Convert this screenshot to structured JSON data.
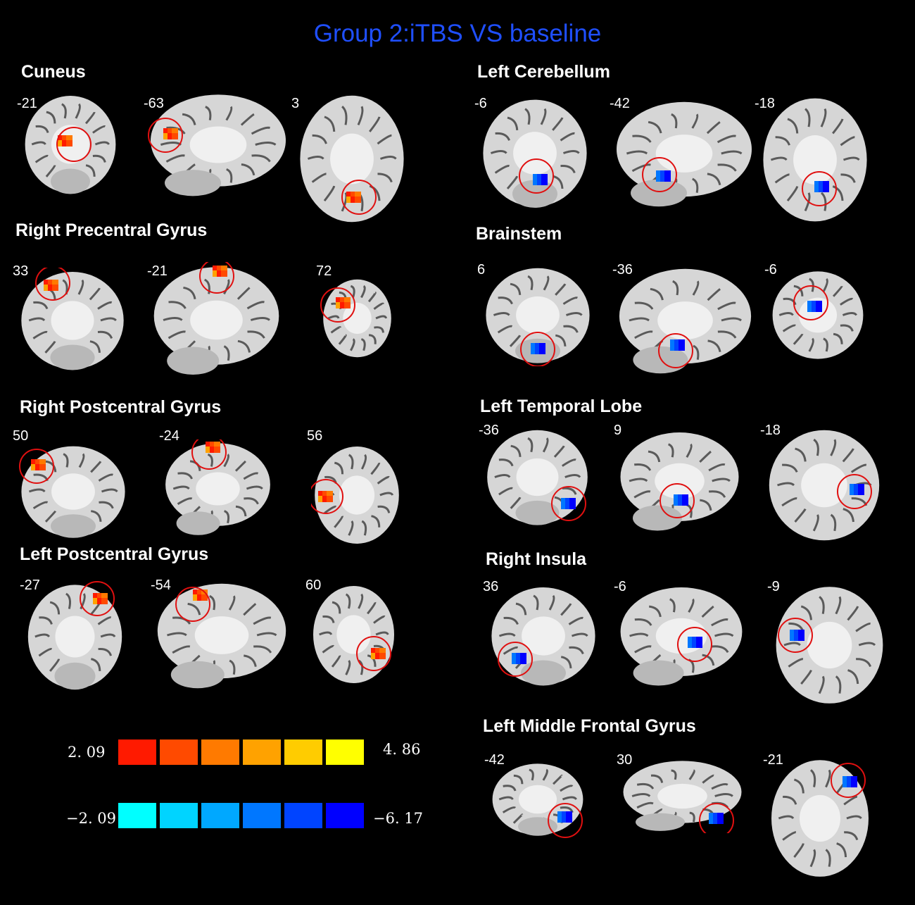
{
  "title": "Group 2:iTBS VS baseline",
  "colors": {
    "title": "#1f4fff",
    "positive": [
      "#ff1a00",
      "#ff4a00",
      "#ff7a00",
      "#ffa200",
      "#ffcc00",
      "#ffff00"
    ],
    "negative": [
      "#00ffff",
      "#00d4ff",
      "#00a8ff",
      "#0077ff",
      "#0044ff",
      "#0000ff"
    ],
    "circle": "#e01010"
  },
  "left_regions": [
    {
      "name": "Cuneus",
      "coords": [
        "-21",
        "-63",
        "3"
      ]
    },
    {
      "name": "Right Precentral Gyrus",
      "coords": [
        "33",
        "-21",
        "72"
      ]
    },
    {
      "name": "Right Postcentral Gyrus",
      "coords": [
        "50",
        "-24",
        "56"
      ]
    },
    {
      "name": "Left Postcentral Gyrus",
      "coords": [
        "-27",
        "-54",
        "60"
      ]
    }
  ],
  "right_regions": [
    {
      "name": "Left Cerebellum",
      "coords": [
        "-6",
        "-42",
        "-18"
      ]
    },
    {
      "name": "Brainstem",
      "coords": [
        "6",
        "-36",
        "-6"
      ]
    },
    {
      "name": "Left Temporal Lobe",
      "coords": [
        "-36",
        "9",
        "-18"
      ]
    },
    {
      "name": "Right Insula",
      "coords": [
        "36",
        "-6",
        "-9"
      ]
    },
    {
      "name": "Left Middle Frontal Gyrus",
      "coords": [
        "-42",
        "30",
        "-21"
      ]
    }
  ],
  "colorbar": {
    "positive_min": "2. 09",
    "positive_max": "4. 86",
    "negative_min": "−2. 09",
    "negative_max": "−6. 17"
  }
}
